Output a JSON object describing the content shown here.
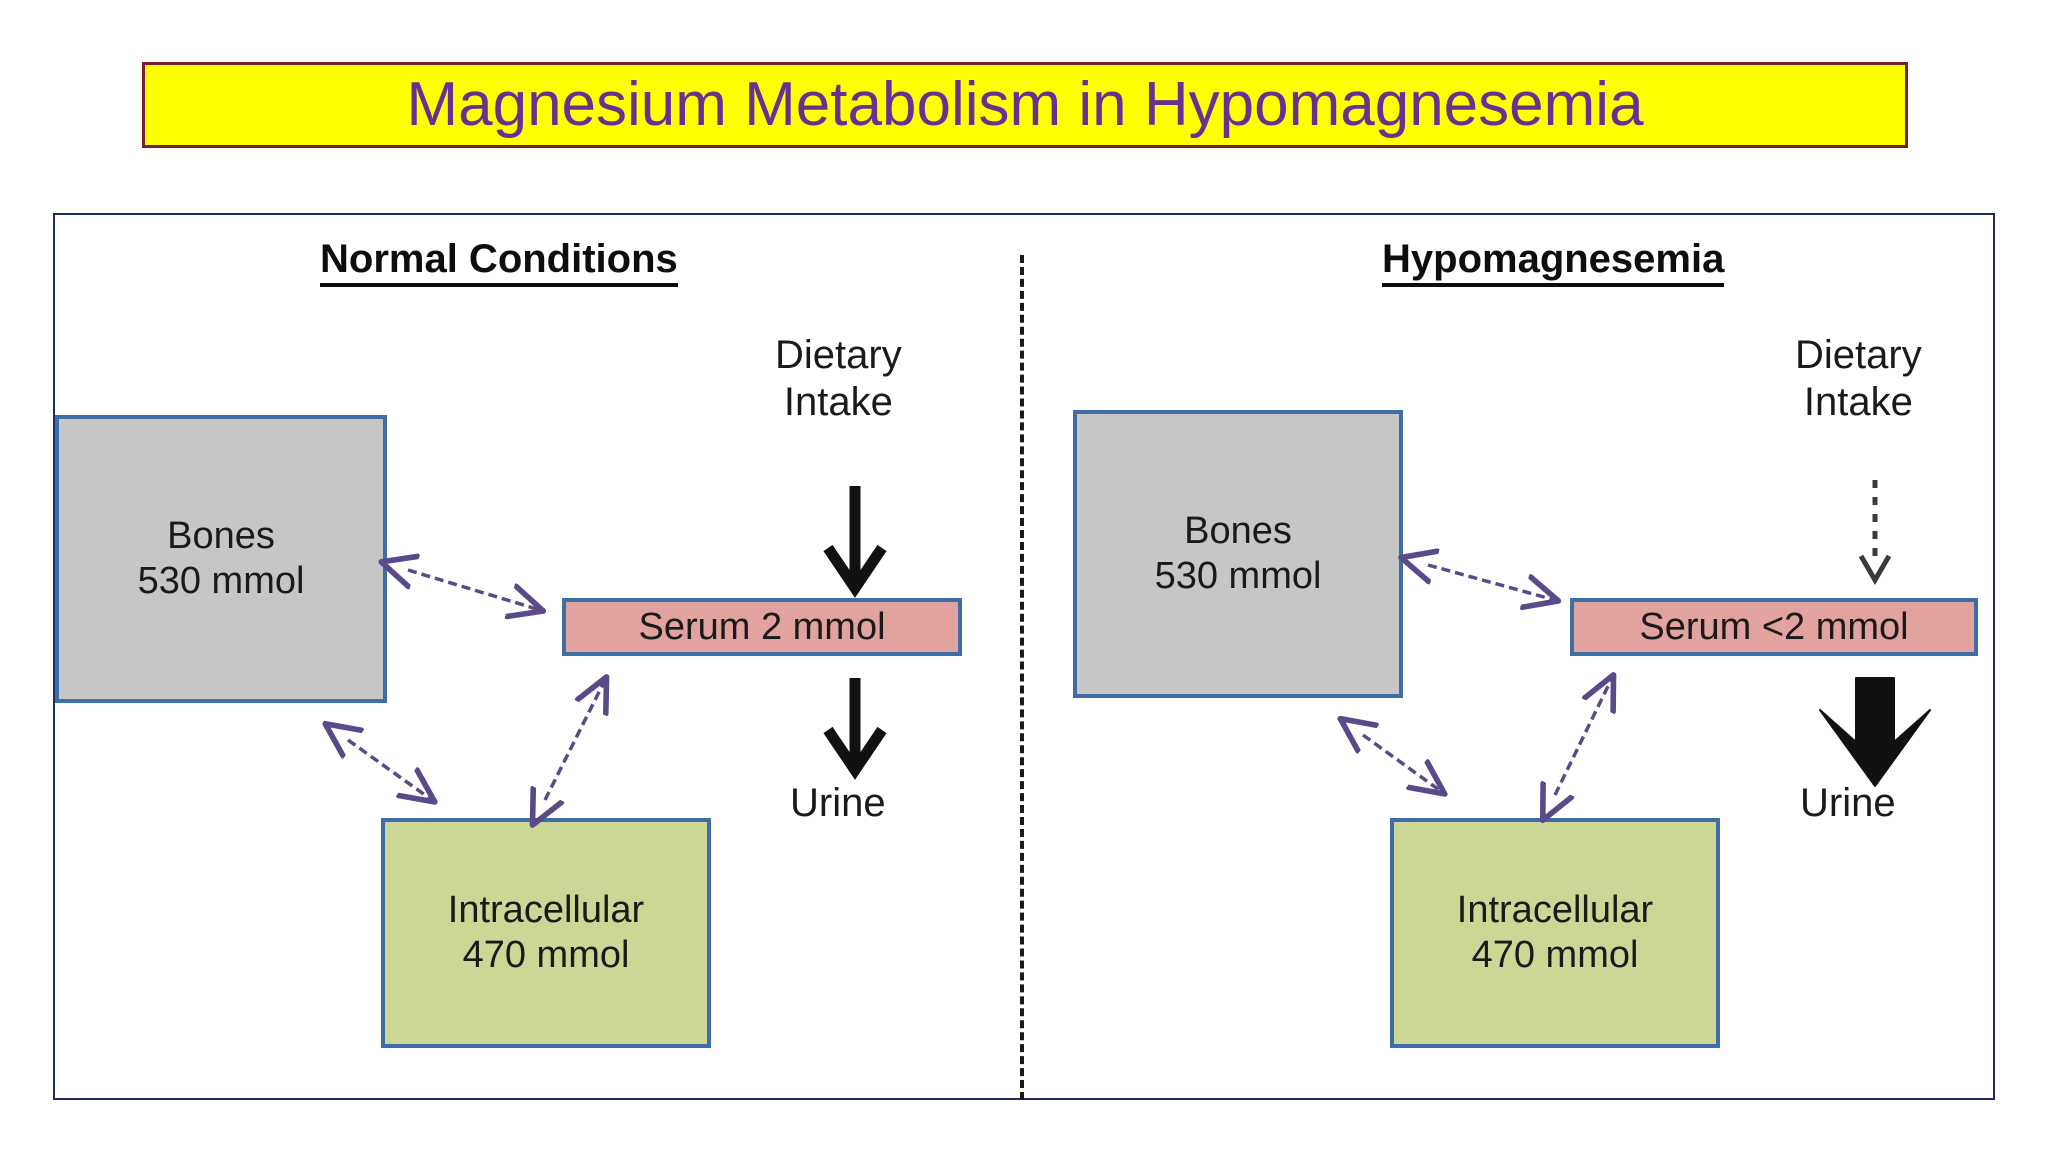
{
  "title": {
    "text": "Magnesium Metabolism in Hypomagnesemia",
    "background_color": "#ffff00",
    "text_color": "#6b2e91",
    "border_color": "#7b1d2b"
  },
  "colors": {
    "frame_border": "#1f2a66",
    "box_border": "#3f6ea6",
    "bones_fill": "#c6c6c6",
    "intracellular_fill": "#ccd796",
    "serum_fill": "#e2a2a0",
    "arrow_purple": "#5b4a8a",
    "arrow_black": "#111111",
    "divider": "#1a1a1a"
  },
  "panels": [
    {
      "id": "normal",
      "heading": "Normal Conditions",
      "nodes": {
        "bones": {
          "label": "Bones",
          "value": "530 mmol"
        },
        "intracellular": {
          "label": "Intracellular",
          "value": "470 mmol"
        },
        "serum": {
          "label": "Serum 2 mmol"
        }
      },
      "flows": {
        "dietary_intake": {
          "label_line1": "Dietary",
          "label_line2": "Intake",
          "arrow_style": "solid-normal"
        },
        "urine": {
          "label": "Urine",
          "arrow_style": "solid-normal"
        }
      },
      "exchange_arrows": [
        {
          "from": "bones",
          "to": "serum",
          "style": "double-headed-dashed-purple"
        },
        {
          "from": "bones",
          "to": "intracellular",
          "style": "double-headed-dashed-purple"
        },
        {
          "from": "intracellular",
          "to": "serum",
          "style": "double-headed-dashed-purple"
        }
      ]
    },
    {
      "id": "hypomagnesemia",
      "heading": "Hypomagnesemia",
      "nodes": {
        "bones": {
          "label": "Bones",
          "value": "530 mmol"
        },
        "intracellular": {
          "label": "Intracellular",
          "value": "470 mmol"
        },
        "serum": {
          "label": "Serum <2 mmol"
        }
      },
      "flows": {
        "dietary_intake": {
          "label_line1": "Dietary",
          "label_line2": "Intake",
          "arrow_style": "thin-dashed-reduced"
        },
        "urine": {
          "label": "Urine",
          "arrow_style": "thick-bold-increased"
        }
      },
      "exchange_arrows": [
        {
          "from": "bones",
          "to": "serum",
          "style": "double-headed-dashed-purple"
        },
        {
          "from": "bones",
          "to": "intracellular",
          "style": "double-headed-dashed-purple"
        },
        {
          "from": "intracellular",
          "to": "serum",
          "style": "double-headed-dashed-purple"
        }
      ]
    }
  ]
}
